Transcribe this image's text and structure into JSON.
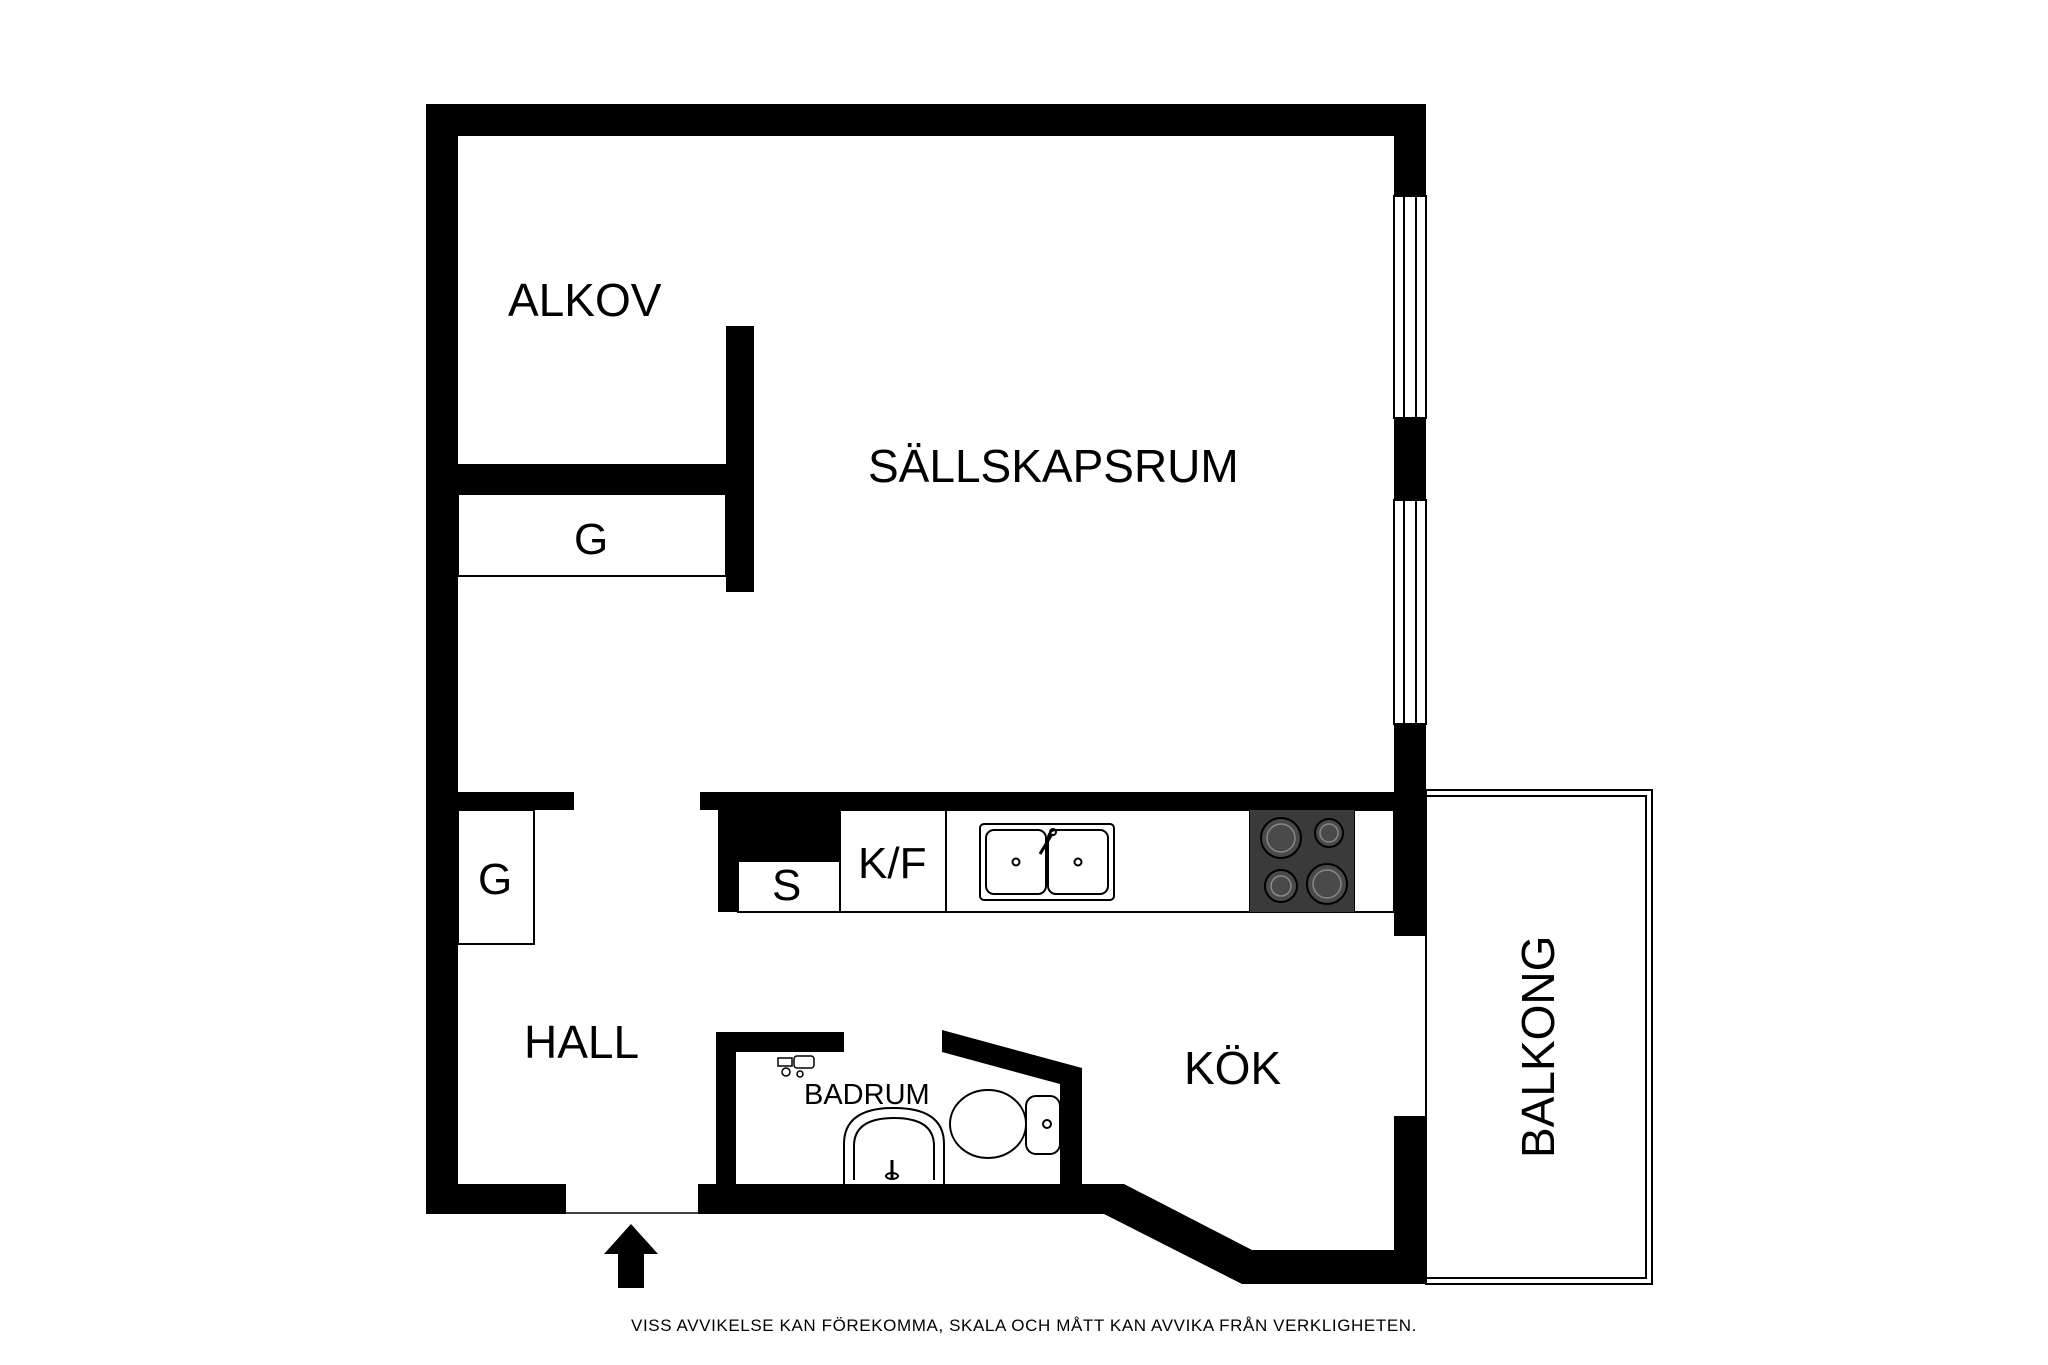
{
  "rooms": {
    "alkov": "ALKOV",
    "sallskapsrum": "SÄLLSKAPSRUM",
    "g_top": "G",
    "g_hall": "G",
    "s": "S",
    "kf": "K/F",
    "hall": "HALL",
    "badrum": "BADRUM",
    "kok": "KÖK",
    "balkong": "BALKONG"
  },
  "icons": {
    "entrance": "entrance-arrow-icon",
    "sink": "double-sink-icon",
    "stove": "stove-icon",
    "washbasin": "washbasin-icon",
    "toilet": "toilet-icon",
    "faucet": "faucet-icon"
  },
  "colors": {
    "wall": "#000000",
    "stove": "#3a3a3a",
    "background": "#ffffff"
  },
  "disclaimer": "VISS AVVIKELSE KAN FÖREKOMMA, SKALA OCH MÅTT KAN AVVIKA FRÅN VERKLIGHETEN."
}
